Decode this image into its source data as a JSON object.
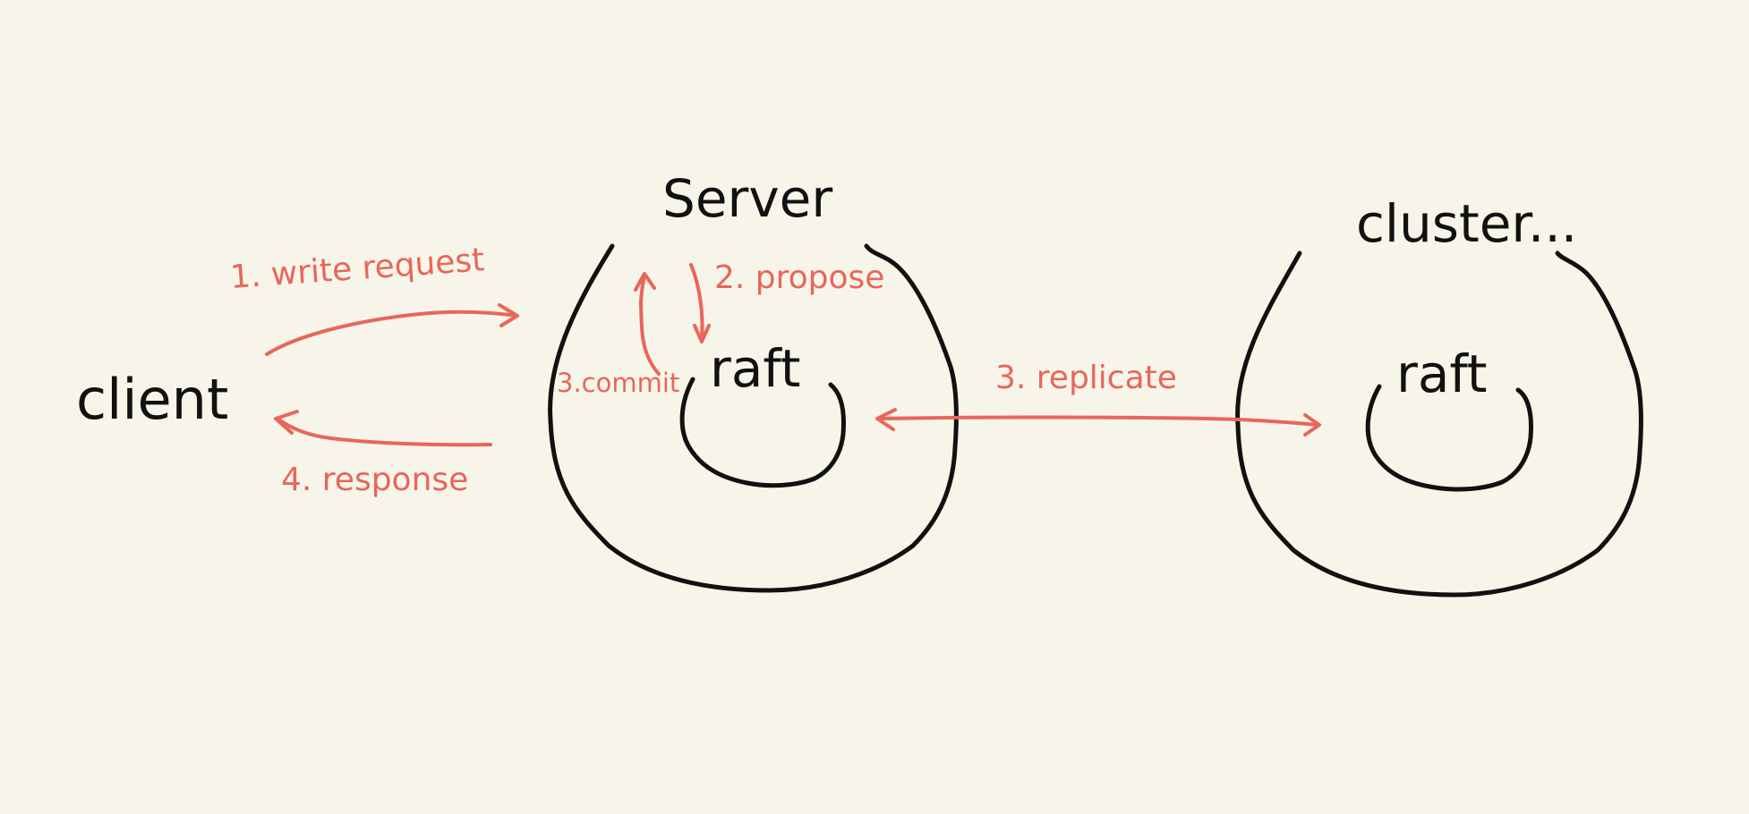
{
  "colors": {
    "background": "#f7f5e9",
    "ink": "#111111",
    "annotation": "#e9665a"
  },
  "nodes": {
    "client": "client",
    "server_title": "Server",
    "server_inner": "raft",
    "cluster_title": "cluster...",
    "cluster_inner": "raft"
  },
  "steps": {
    "write_request": "1. write request",
    "propose": "2. propose",
    "commit": "3.commit",
    "replicate": "3. replicate",
    "response": "4. response"
  }
}
